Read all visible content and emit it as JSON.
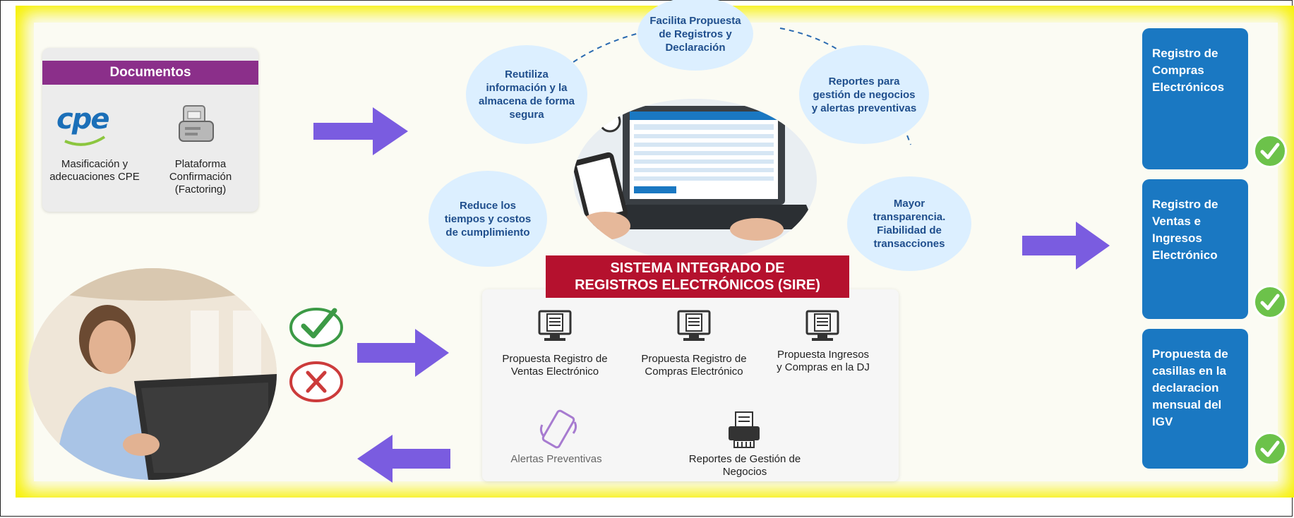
{
  "documents": {
    "header": "Documentos",
    "cpe_logo": "cpe",
    "item1_label": "Masificación y adecuaciones CPE",
    "item2_label": "Plataforma Confirmación (Factoring)"
  },
  "benefits": {
    "top": "Facilita Propuesta de Registros y Declaración",
    "left_upper": "Reutiliza información y la almacena de forma segura",
    "right_upper": "Reportes para gestión de negocios y alertas preventivas",
    "left_lower": "Reduce los tiempos y costos de cumplimiento",
    "right_lower": "Mayor transparencia. Fiabilidad de transacciones"
  },
  "sire": {
    "title_line1": "SISTEMA INTEGRADO DE",
    "title_line2": "REGISTROS ELECTRÓNICOS (SIRE)",
    "modules": [
      "Propuesta Registro de Ventas Electrónico",
      "Propuesta Registro de Compras Electrónico",
      "Propuesta Ingresos y Compras en la DJ"
    ],
    "alerts_label": "Alertas Preventivas",
    "reports_label": "Reportes de Gestión de Negocios"
  },
  "outputs": [
    "Registro de Compras Electrónicos",
    "Registro de Ventas e Ingresos Electrónico",
    "Propuesta de casillas en la declaracion mensual del IGV"
  ],
  "colors": {
    "frame_highlight": "#f7f100",
    "documents_header": "#8b2f8a",
    "sire_title": "#b5112e",
    "output_card": "#1a78c2",
    "arrow": "#7a5ce0",
    "check": "#6cc24a",
    "bubble": "#dcefff"
  }
}
